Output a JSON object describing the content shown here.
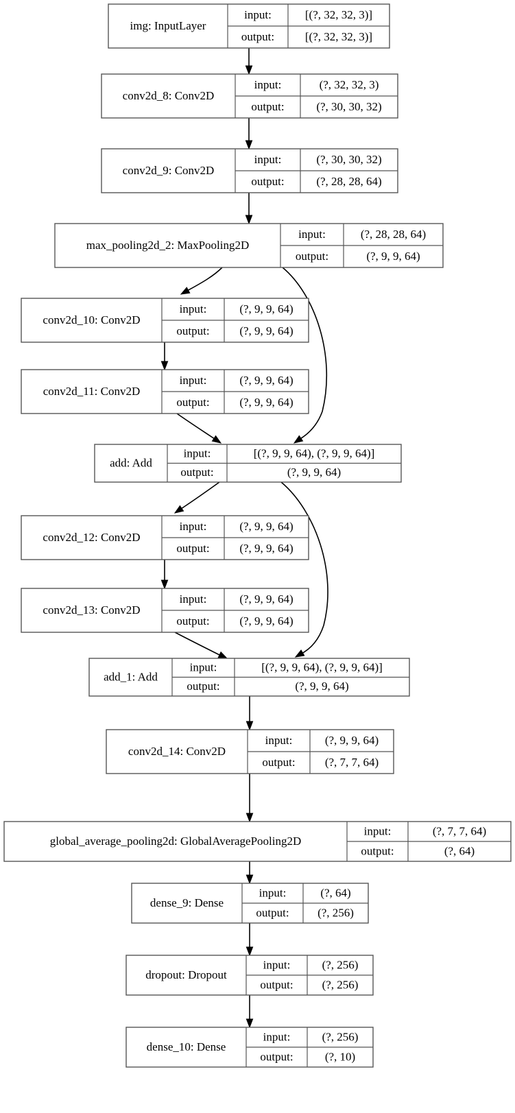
{
  "diagram": {
    "type": "keras-model-plot",
    "title": "",
    "nodes": [
      {
        "id": "img",
        "label": "img: InputLayer",
        "input_label": "input:",
        "output_label": "output:",
        "input_shape": "[(?, 32, 32, 3)]",
        "output_shape": "[(?, 32, 32, 3)]"
      },
      {
        "id": "conv2d_8",
        "label": "conv2d_8: Conv2D",
        "input_label": "input:",
        "output_label": "output:",
        "input_shape": "(?, 32, 32, 3)",
        "output_shape": "(?, 30, 30, 32)"
      },
      {
        "id": "conv2d_9",
        "label": "conv2d_9: Conv2D",
        "input_label": "input:",
        "output_label": "output:",
        "input_shape": "(?, 30, 30, 32)",
        "output_shape": "(?, 28, 28, 64)"
      },
      {
        "id": "max_pooling2d_2",
        "label": "max_pooling2d_2: MaxPooling2D",
        "input_label": "input:",
        "output_label": "output:",
        "input_shape": "(?, 28, 28, 64)",
        "output_shape": "(?, 9, 9, 64)"
      },
      {
        "id": "conv2d_10",
        "label": "conv2d_10: Conv2D",
        "input_label": "input:",
        "output_label": "output:",
        "input_shape": "(?, 9, 9, 64)",
        "output_shape": "(?, 9, 9, 64)"
      },
      {
        "id": "conv2d_11",
        "label": "conv2d_11: Conv2D",
        "input_label": "input:",
        "output_label": "output:",
        "input_shape": "(?, 9, 9, 64)",
        "output_shape": "(?, 9, 9, 64)"
      },
      {
        "id": "add",
        "label": "add: Add",
        "input_label": "input:",
        "output_label": "output:",
        "input_shape": "[(?, 9, 9, 64), (?, 9, 9, 64)]",
        "output_shape": "(?, 9, 9, 64)"
      },
      {
        "id": "conv2d_12",
        "label": "conv2d_12: Conv2D",
        "input_label": "input:",
        "output_label": "output:",
        "input_shape": "(?, 9, 9, 64)",
        "output_shape": "(?, 9, 9, 64)"
      },
      {
        "id": "conv2d_13",
        "label": "conv2d_13: Conv2D",
        "input_label": "input:",
        "output_label": "output:",
        "input_shape": "(?, 9, 9, 64)",
        "output_shape": "(?, 9, 9, 64)"
      },
      {
        "id": "add_1",
        "label": "add_1: Add",
        "input_label": "input:",
        "output_label": "output:",
        "input_shape": "[(?, 9, 9, 64), (?, 9, 9, 64)]",
        "output_shape": "(?, 9, 9, 64)"
      },
      {
        "id": "conv2d_14",
        "label": "conv2d_14: Conv2D",
        "input_label": "input:",
        "output_label": "output:",
        "input_shape": "(?, 9, 9, 64)",
        "output_shape": "(?, 7, 7, 64)"
      },
      {
        "id": "global_average_pooling2d",
        "label": "global_average_pooling2d: GlobalAveragePooling2D",
        "input_label": "input:",
        "output_label": "output:",
        "input_shape": "(?, 7, 7, 64)",
        "output_shape": "(?, 64)"
      },
      {
        "id": "dense_9",
        "label": "dense_9: Dense",
        "input_label": "input:",
        "output_label": "output:",
        "input_shape": "(?, 64)",
        "output_shape": "(?, 256)"
      },
      {
        "id": "dropout",
        "label": "dropout: Dropout",
        "input_label": "input:",
        "output_label": "output:",
        "input_shape": "(?, 256)",
        "output_shape": "(?, 256)"
      },
      {
        "id": "dense_10",
        "label": "dense_10: Dense",
        "input_label": "input:",
        "output_label": "output:",
        "input_shape": "(?, 256)",
        "output_shape": "(?, 10)"
      }
    ],
    "edges": [
      {
        "from": "img",
        "to": "conv2d_8"
      },
      {
        "from": "conv2d_8",
        "to": "conv2d_9"
      },
      {
        "from": "conv2d_9",
        "to": "max_pooling2d_2"
      },
      {
        "from": "max_pooling2d_2",
        "to": "conv2d_10"
      },
      {
        "from": "max_pooling2d_2",
        "to": "add"
      },
      {
        "from": "conv2d_10",
        "to": "conv2d_11"
      },
      {
        "from": "conv2d_11",
        "to": "add"
      },
      {
        "from": "add",
        "to": "conv2d_12"
      },
      {
        "from": "add",
        "to": "add_1"
      },
      {
        "from": "conv2d_12",
        "to": "conv2d_13"
      },
      {
        "from": "conv2d_13",
        "to": "add_1"
      },
      {
        "from": "add_1",
        "to": "conv2d_14"
      },
      {
        "from": "conv2d_14",
        "to": "global_average_pooling2d"
      },
      {
        "from": "global_average_pooling2d",
        "to": "dense_9"
      },
      {
        "from": "dense_9",
        "to": "dropout"
      },
      {
        "from": "dropout",
        "to": "dense_10"
      }
    ],
    "colors": {
      "background": "#ffffff",
      "node_border": "#555555",
      "node_fill": "#ffffff",
      "edge": "#000000",
      "text": "#000000"
    }
  }
}
